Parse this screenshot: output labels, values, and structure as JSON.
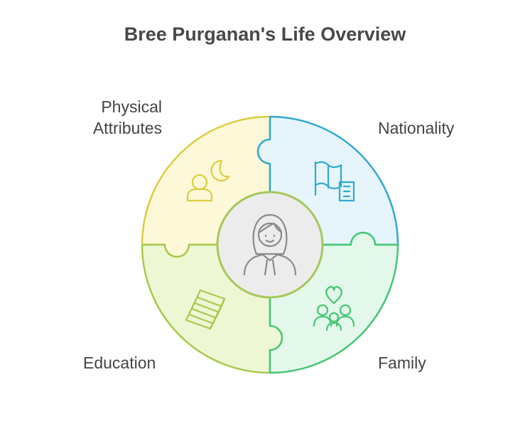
{
  "title": "Bree Purganan's Life Overview",
  "segments": {
    "physical": {
      "label_line1": "Physical",
      "label_line2": "Attributes",
      "icon": "person-with-moon-icon",
      "fill": "#fdf8d8",
      "stroke": "#dccd3f"
    },
    "nationality": {
      "label": "Nationality",
      "icon": "flag-with-building-icon",
      "fill": "#e6f5fc",
      "stroke": "#2fa9d1"
    },
    "education": {
      "label": "Education",
      "icon": "book-stack-icon",
      "fill": "#eef7d4",
      "stroke": "#a7c94b"
    },
    "family": {
      "label": "Family",
      "icon": "family-with-heart-icon",
      "fill": "#e3f8ea",
      "stroke": "#45c675"
    }
  },
  "center": {
    "icon": "woman-avatar-icon",
    "fill": "#ececec",
    "stroke": "#a6c75a"
  }
}
